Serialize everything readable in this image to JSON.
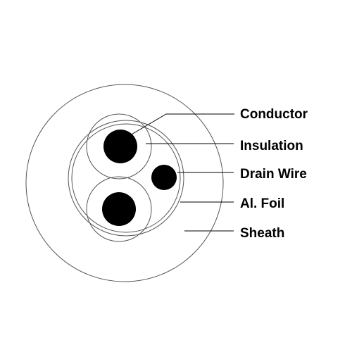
{
  "diagram": {
    "labels": {
      "conductor": "Conductor",
      "insulation": "Insulation",
      "drain_wire": "Drain Wire",
      "foil": "Al. Foil",
      "sheath": "Sheath"
    },
    "colors": {
      "line": "#000000",
      "outline": "#555555",
      "fill": "#000000",
      "background": "#ffffff"
    }
  }
}
